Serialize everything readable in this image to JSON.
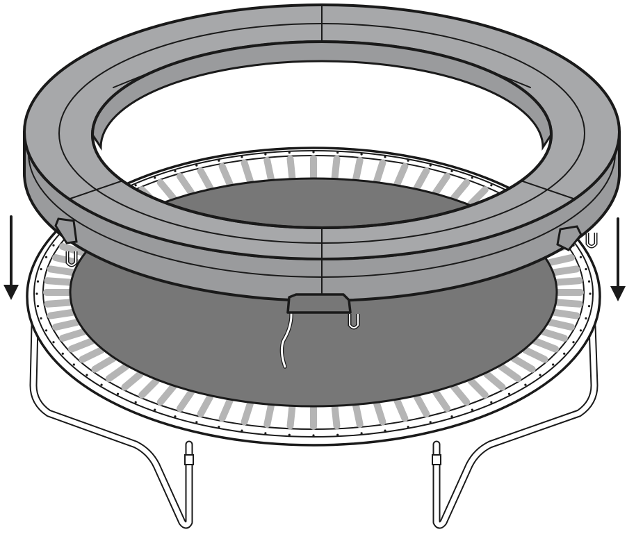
{
  "figure": {
    "subject": "trampoline-safety-pad-installation",
    "arrows": [
      {
        "name": "left-down-arrow",
        "direction": "down"
      },
      {
        "name": "right-down-arrow",
        "direction": "down"
      }
    ],
    "spring_count": 72,
    "leg_count": 4,
    "pad_segments": 4
  },
  "colors": {
    "background": "#ffffff",
    "outline": "#1a1a1a",
    "pad_fill": "#9a9b9d",
    "pad_top": "#a7a8aa",
    "mat_fill": "#777777",
    "spring_fill": "#b5b5b5",
    "frame_fill": "#ffffff",
    "arrow": "#1a1a1a"
  }
}
